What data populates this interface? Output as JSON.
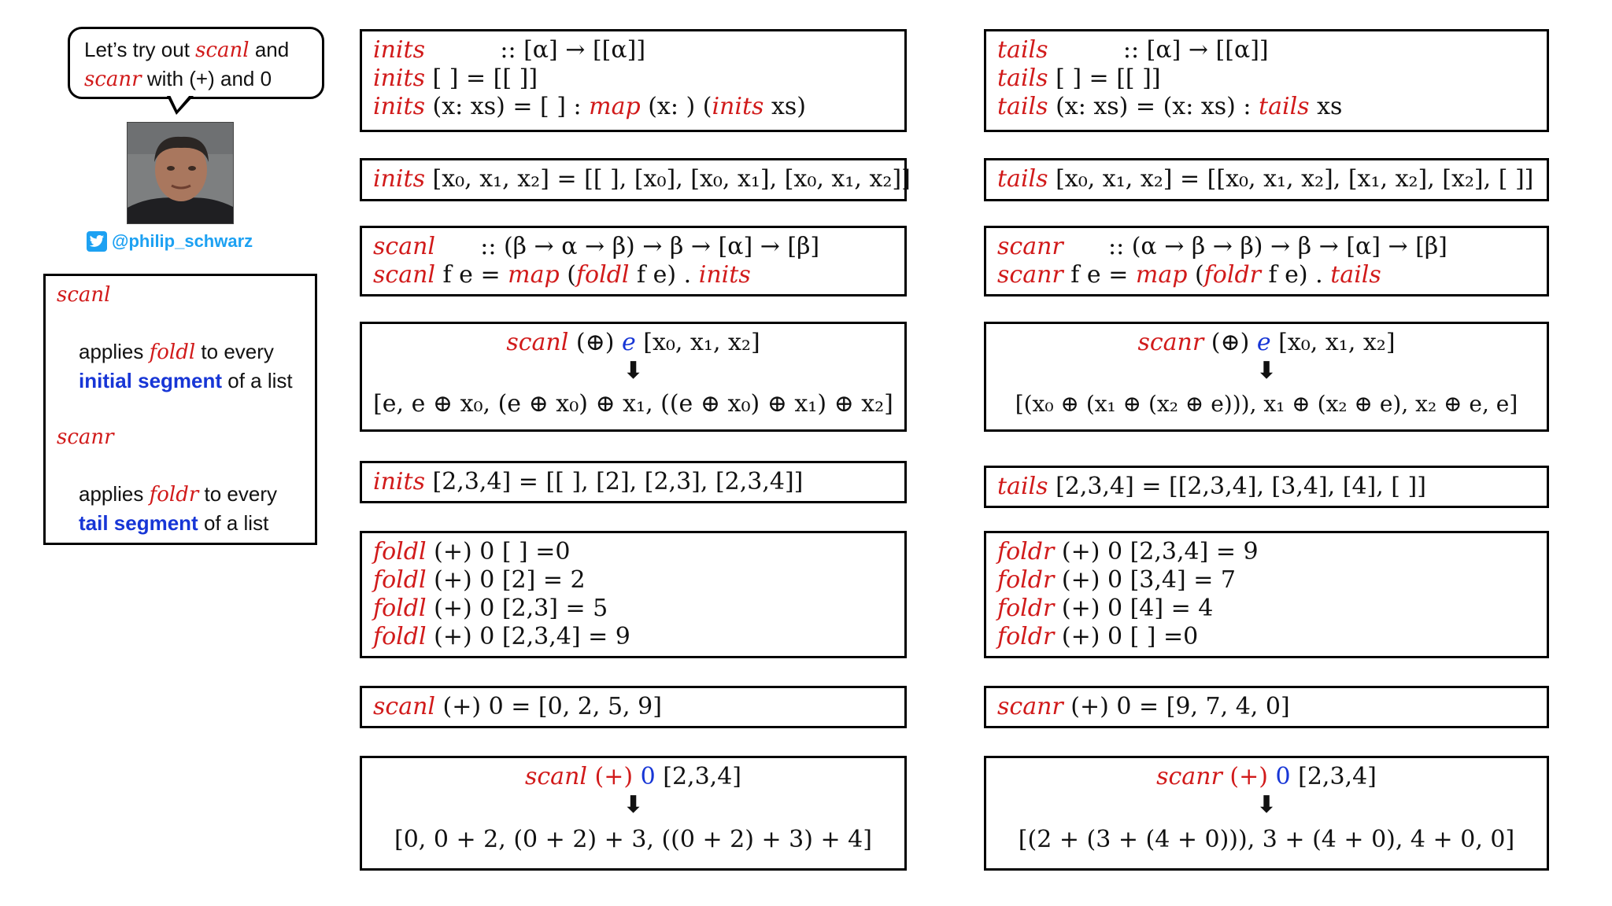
{
  "bubble": {
    "line1_pre": "Let’s try out ",
    "line1_fn": "scanl",
    "line1_post": " and",
    "line2_fn": "scanr",
    "line2_post": " with (+) and 0"
  },
  "author": {
    "handle": "@philip_schwarz",
    "avatar_icon": "person-photo",
    "social_icon": "twitter-icon"
  },
  "legend": {
    "scanl_title": "scanl",
    "scanl_l1_pre": "applies ",
    "scanl_l1_fn": "foldl",
    "scanl_l1_post": " to every",
    "scanl_l2_bold": "initial segment",
    "scanl_l2_post": " of a list",
    "scanr_title": "scanr",
    "scanr_l1_pre": "applies ",
    "scanr_l1_fn": "foldr",
    "scanr_l1_post": " to every",
    "scanr_l2_bold": "tail segment",
    "scanr_l2_post": " of a list"
  },
  "left": {
    "def": {
      "l1_fn": "inits",
      "l1_rest": "::  [α] → [[α]]",
      "l2_fn": "inits",
      "l2_rest": "[ ]        = [[ ]]",
      "l3_fn": "inits",
      "l3_a": "(x: xs) = [ ] : ",
      "l3_map": "map",
      "l3_b": " (x: ) (",
      "l3_inits": "inits",
      "l3_c": " xs)"
    },
    "example": {
      "fn": "inits",
      "rest": "[x₀, x₁, x₂] = [[ ], [x₀], [x₀, x₁], [x₀, x₁, x₂]]"
    },
    "scan_def": {
      "l1_fn": "scanl",
      "l1_rest": "::  (β → α → β) → β → [α] → [β]",
      "l2_fn": "scanl",
      "l2_a": " f e  = ",
      "l2_map": "map",
      "l2_b": " (",
      "l2_fold": "foldl",
      "l2_c": " f e) . ",
      "l2_inits": "inits"
    },
    "expansion": {
      "top_fn": "scanl",
      "top_op": "(⊕) ",
      "top_e": "e",
      "top_rest": " [x₀, x₁, x₂]",
      "arrow": "⬇",
      "bottom": "[e, e ⊕ x₀, (e ⊕ x₀) ⊕ x₁, ((e ⊕ x₀) ⊕ x₁) ⊕ x₂]"
    },
    "concrete": {
      "fn": "inits",
      "rest": "[2,3,4] = [[ ], [2], [2,3], [2,3,4]]"
    },
    "folds": [
      {
        "fn": "foldl",
        "rest": "(+) 0 [ ] =0"
      },
      {
        "fn": "foldl",
        "rest": "(+) 0 [2] = 2"
      },
      {
        "fn": "foldl",
        "rest": "(+) 0 [2,3] = 5"
      },
      {
        "fn": "foldl",
        "rest": "(+) 0 [2,3,4] = 9"
      }
    ],
    "result": {
      "fn": "scanl",
      "rest": "(+) 0 = [0, 2, 5, 9]"
    },
    "final": {
      "top_fn": "scanl",
      "top_plus": "(+) ",
      "top_zero": "0",
      "top_rest": " [2,3,4]",
      "arrow": "⬇",
      "bottom": "[0, 0 + 2, (0 + 2) + 3, ((0 + 2) + 3) + 4]"
    }
  },
  "right": {
    "def": {
      "l1_fn": "tails",
      "l1_rest": "::  [α] → [[α]]",
      "l2_fn": "tails",
      "l2_rest": "[ ]        = [[ ]]",
      "l3_fn": "tails",
      "l3_a": "(x: xs) = (x: xs) : ",
      "l3_tails": "tails",
      "l3_b": " xs"
    },
    "example": {
      "fn": "tails",
      "rest": "[x₀, x₁, x₂] = [[x₀, x₁, x₂], [x₁, x₂], [x₂], [ ]]"
    },
    "scan_def": {
      "l1_fn": "scanr",
      "l1_rest": ":: (α → β → β) → β → [α] → [β]",
      "l2_fn": "scanr",
      "l2_a": " f e  = ",
      "l2_map": "map",
      "l2_b": " (",
      "l2_fold": "foldr",
      "l2_c": " f e) . ",
      "l2_tails": "tails"
    },
    "expansion": {
      "top_fn": "scanr",
      "top_op": "(⊕) ",
      "top_e": "e",
      "top_rest": " [x₀, x₁, x₂]",
      "arrow": "⬇",
      "bottom": "[(x₀ ⊕ (x₁ ⊕ (x₂ ⊕ e))), x₁ ⊕ (x₂ ⊕ e), x₂ ⊕ e, e]"
    },
    "concrete": {
      "fn": "tails",
      "rest": "[2,3,4] = [[2,3,4], [3,4], [4], [ ]]"
    },
    "folds": [
      {
        "fn": "foldr",
        "rest": "(+) 0 [2,3,4] = 9"
      },
      {
        "fn": "foldr",
        "rest": "(+) 0 [3,4] = 7"
      },
      {
        "fn": "foldr",
        "rest": "(+) 0 [4] = 4"
      },
      {
        "fn": "foldr",
        "rest": "(+) 0 [ ] =0"
      }
    ],
    "result": {
      "fn": "scanr",
      "rest": "(+) 0 = [9, 7, 4, 0]"
    },
    "final": {
      "top_fn": "scanr",
      "top_plus": "(+) ",
      "top_zero": "0",
      "top_rest": " [2,3,4]",
      "arrow": "⬇",
      "bottom": "[(2 + (3 + (4 + 0))), 3 + (4 + 0), 4 + 0, 0]"
    }
  },
  "colors": {
    "function": "#d11a1a",
    "highlight": "#1736d6",
    "twitter": "#1da1f2"
  }
}
